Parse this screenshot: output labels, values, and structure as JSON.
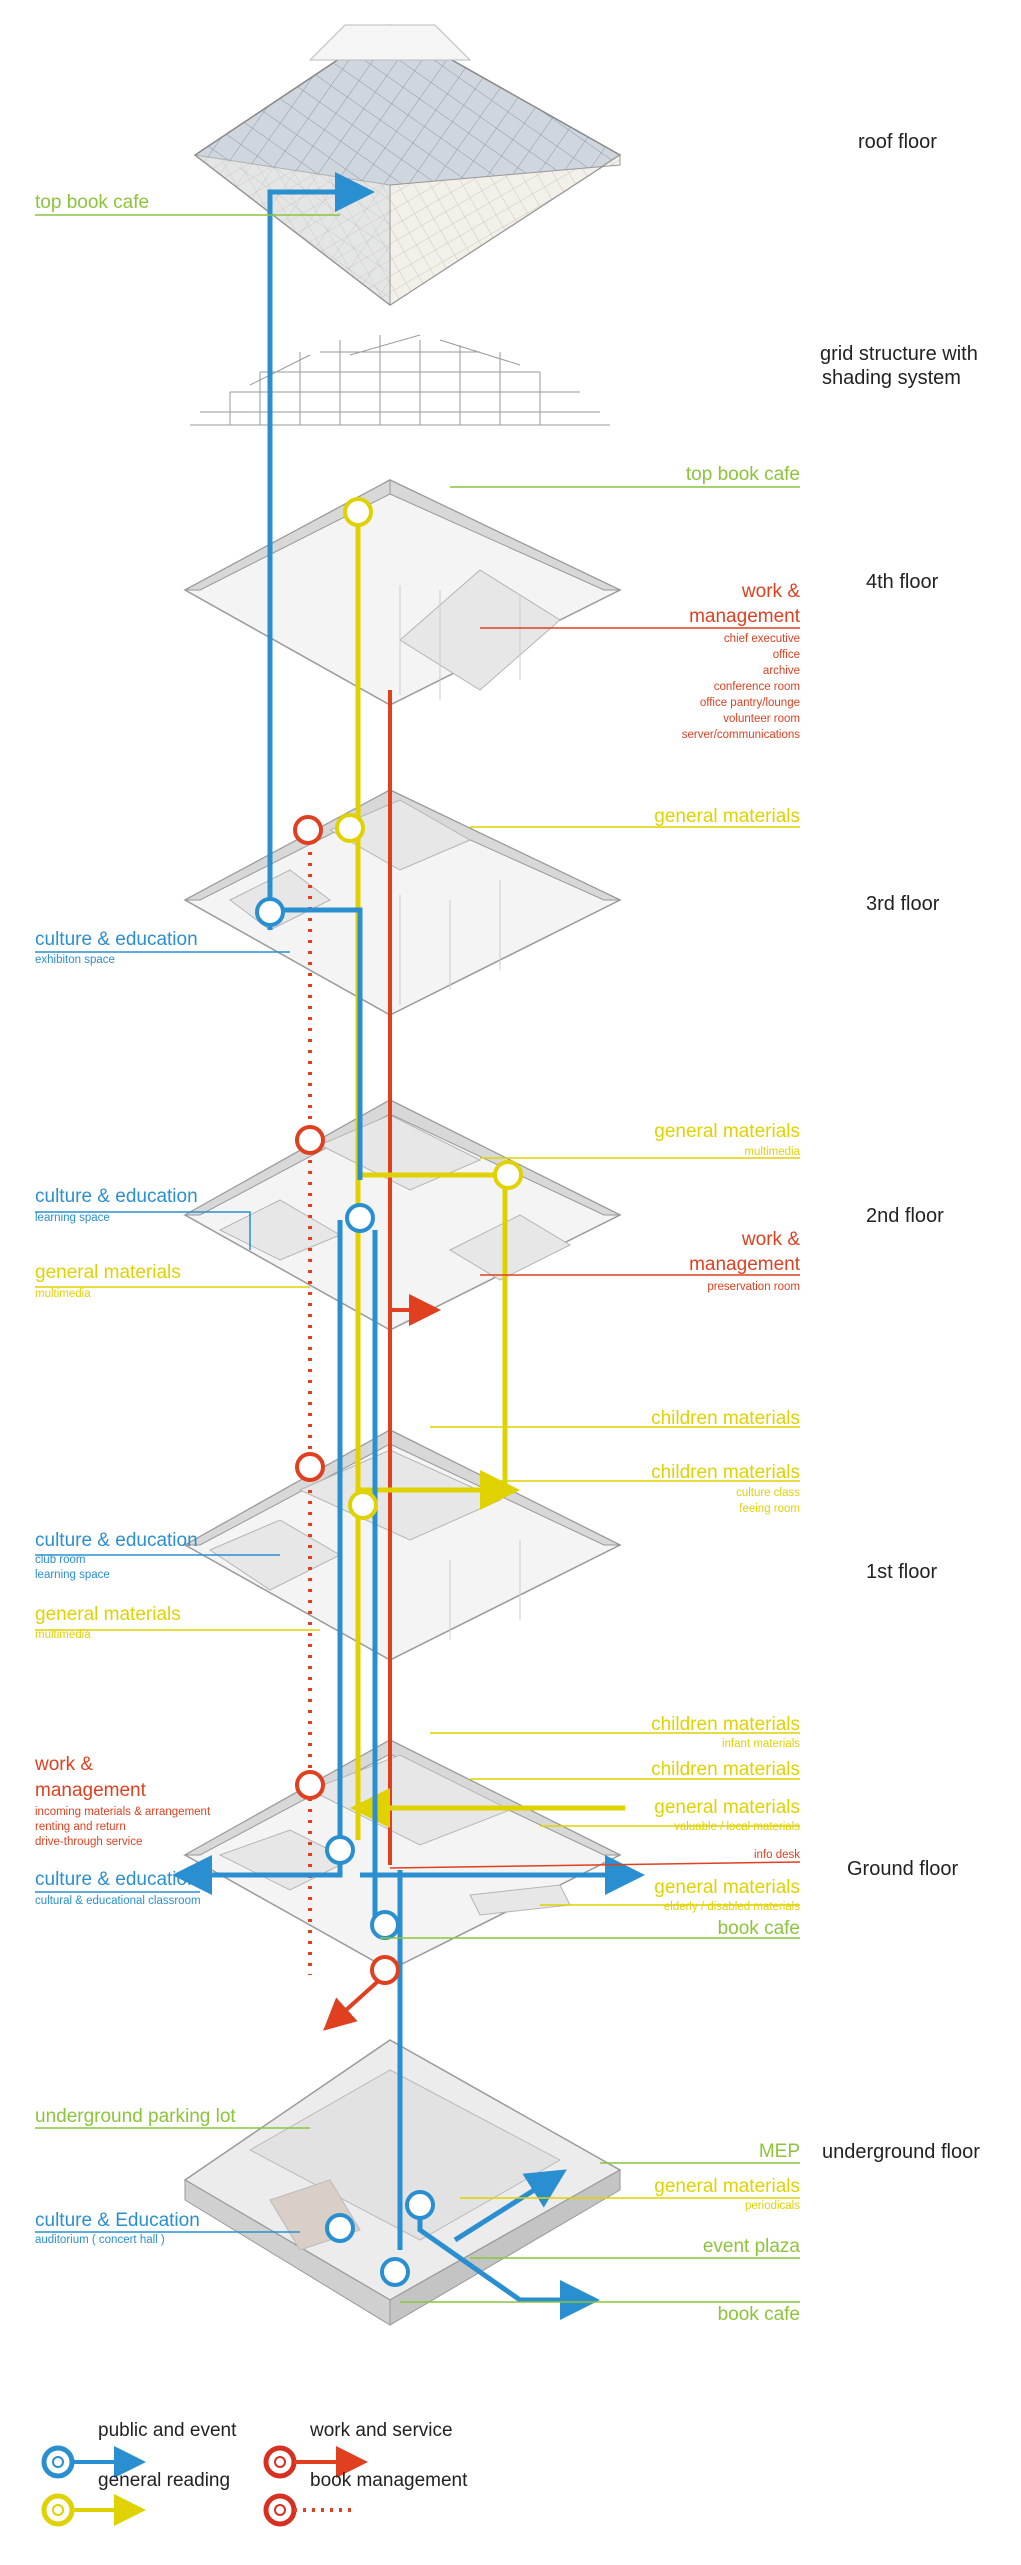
{
  "floors": {
    "roof": "roof floor",
    "grid_l1": "grid structure with",
    "grid_l2": "shading system",
    "f4": "4th floor",
    "f3": "3rd floor",
    "f2": "2nd floor",
    "f1": "1st floor",
    "ground": "Ground floor",
    "underground": "underground floor"
  },
  "roof": {
    "top_book_cafe": "top book cafe"
  },
  "f4": {
    "top_book_cafe": "top book cafe",
    "work_title_1": "work &",
    "work_title_2": "management",
    "work_items": [
      "chief executive",
      "office",
      "archive",
      "conference room",
      "office pantry/lounge",
      "volunteer room",
      "server/communications"
    ]
  },
  "f3": {
    "general_materials": "general materials",
    "culture_title": "culture & education",
    "culture_sub": "exhibiton space"
  },
  "f2": {
    "general_materials_r": "general materials",
    "general_materials_r_sub": "multimedia",
    "culture_title": "culture & education",
    "culture_sub": "learning space",
    "general_materials_l": "general materials",
    "general_materials_l_sub": "multimedia",
    "work_title_1": "work &",
    "work_title_2": "management",
    "work_sub": "preservation room"
  },
  "f1": {
    "children_materials_a": "children materials",
    "children_materials_b": "children materials",
    "children_sub_1": "culture class",
    "children_sub_2": "feeing room",
    "culture_title": "culture & education",
    "culture_sub_1": "club room",
    "culture_sub_2": "learning space",
    "general_materials": "general materials",
    "general_materials_sub": "multimedia"
  },
  "ground": {
    "children_materials_a": "children materials",
    "children_materials_a_sub": "infant materials",
    "children_materials_b": "children materials",
    "general_a": "general materials",
    "general_a_sub": "valuable / local materials",
    "info_desk": "info desk",
    "general_b": "general materials",
    "general_b_sub": "elderly / disabled materials",
    "book_cafe": "book cafe",
    "work_title_1": "work &",
    "work_title_2": "management",
    "work_items": [
      "incoming materials & arrangement",
      "renting and return",
      "drive-through service"
    ],
    "culture_title": "culture & education",
    "culture_sub": "cultural & educational classroom"
  },
  "underground": {
    "parking": "underground parking lot",
    "mep": "MEP",
    "general_materials": "general materials",
    "general_materials_sub": "periodicals",
    "culture_title": "culture & Education",
    "culture_sub": "auditorium ( concert hall )",
    "event_plaza": "event plaza",
    "book_cafe": "book cafe"
  },
  "legend": {
    "public_event": "public and event",
    "work_service": "work and service",
    "general_reading": "general reading",
    "book_management": "book management"
  },
  "colors": {
    "green": "#8cc43a",
    "blue": "#2a8fd0",
    "yellow": "#e0d200",
    "red": "#e04020"
  }
}
